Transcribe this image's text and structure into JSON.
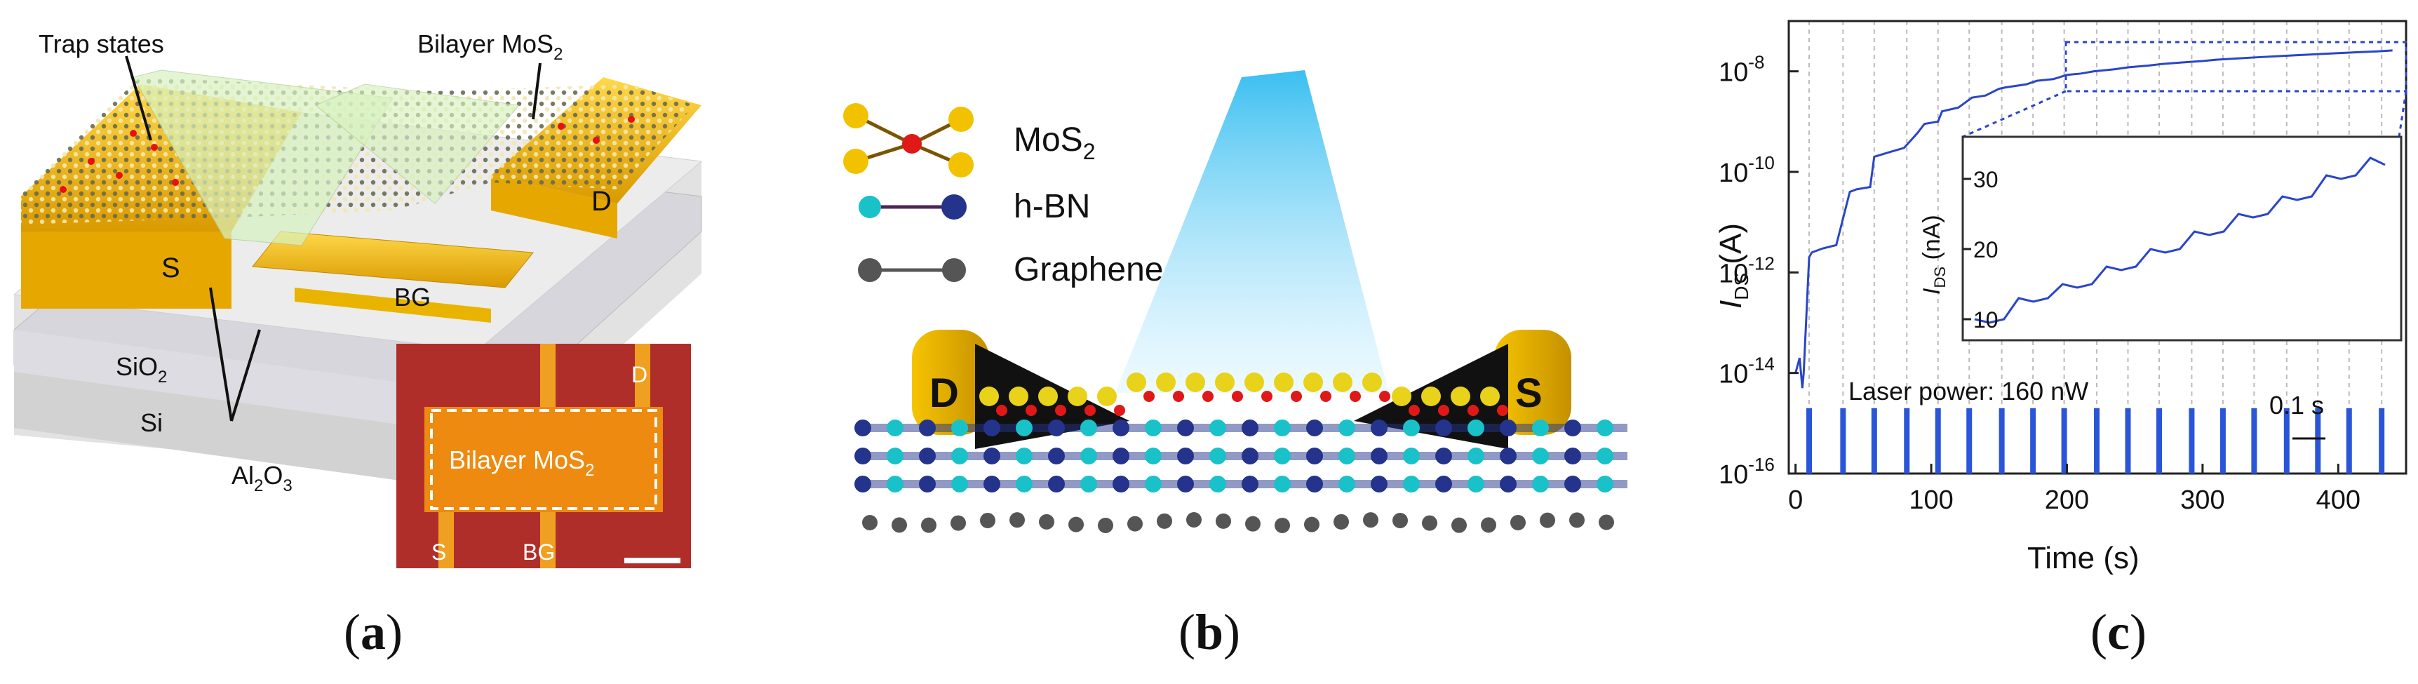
{
  "panel_a": {
    "labels": {
      "trap_states": "Trap states",
      "bilayer": "Bilayer MoS",
      "bilayer_sub": "2",
      "s": "S",
      "d": "D",
      "bg": "BG",
      "sio2": "SiO",
      "sio2_sub": "2",
      "si": "Si",
      "al2o3": "Al",
      "al2o3_sub1": "2",
      "al2o3_mid": "O",
      "al2o3_sub2": "3"
    },
    "inset": {
      "bilayer": "Bilayer MoS",
      "bilayer_sub": "2",
      "d": "D",
      "s": "S",
      "bg": "BG"
    },
    "caption_open": "(",
    "caption_letter": "a",
    "caption_close": ")"
  },
  "panel_b": {
    "legend": [
      {
        "label": "MoS",
        "sub": "2",
        "icon": "mos2-molecule-icon"
      },
      {
        "label": "h-BN",
        "sub": "",
        "icon": "hbn-molecule-icon"
      },
      {
        "label": "Graphene",
        "sub": "",
        "icon": "graphene-molecule-icon"
      }
    ],
    "d": "D",
    "s": "S",
    "caption_open": "(",
    "caption_letter": "b",
    "caption_close": ")",
    "colors": {
      "light": "#38c6ef",
      "contact": "#e8b400",
      "hbn_cyan": "#19c2c8",
      "hbn_blue": "#24338c",
      "graphene": "#555555",
      "mos2": "#e8d21a"
    }
  },
  "panel_c": {
    "ylabel_main": "I",
    "ylabel_sub": "DS",
    "ylabel_unit": " (A)",
    "xlabel": "Time (s)",
    "y_ticks": [
      {
        "base": "10",
        "exp": "-8"
      },
      {
        "base": "10",
        "exp": "-10"
      },
      {
        "base": "10",
        "exp": "-12"
      },
      {
        "base": "10",
        "exp": "-14"
      },
      {
        "base": "10",
        "exp": "-16"
      }
    ],
    "x_ticks": [
      "0",
      "100",
      "200",
      "300",
      "400"
    ],
    "annotation_power": "Laser power: 160 nW",
    "annotation_pulse": "0.1 s",
    "inset_ylabel_main": "I",
    "inset_ylabel_sub": "DS",
    "inset_ylabel_unit": " (nA)",
    "inset_y_ticks": [
      "10",
      "20",
      "30"
    ],
    "caption_open": "(",
    "caption_letter": "c",
    "caption_close": ")",
    "chart_data": {
      "type": "line",
      "xlabel": "Time (s)",
      "ylabel": "IDS (A)",
      "ylim": [
        1e-16,
        1e-07
      ],
      "y_scale": "log",
      "xlim": [
        -5,
        450
      ],
      "x": [
        0,
        3,
        5,
        6,
        10,
        12,
        20,
        30,
        40,
        45,
        55,
        58,
        70,
        80,
        90,
        95,
        105,
        108,
        120,
        130,
        140,
        150,
        155,
        170,
        178,
        190,
        200,
        210,
        220,
        235,
        245,
        260,
        270,
        285,
        300,
        310,
        325,
        340,
        355,
        370,
        385,
        400,
        415,
        430,
        440
      ],
      "values": [
        1e-14,
        2e-14,
        5e-15,
        1e-14,
        2e-12,
        2.5e-12,
        3e-12,
        3.5e-12,
        4e-11,
        4.5e-11,
        5e-11,
        2e-10,
        2.5e-10,
        3e-10,
        6e-10,
        9e-10,
        1e-09,
        1.6e-09,
        1.9e-09,
        3e-09,
        3.3e-09,
        4.5e-09,
        4.8e-09,
        5.5e-09,
        6.5e-09,
        7e-09,
        8.5e-09,
        9e-09,
        1e-08,
        1.1e-08,
        1.2e-08,
        1.3e-08,
        1.4e-08,
        1.5e-08,
        1.6e-08,
        1.7e-08,
        1.8e-08,
        1.9e-08,
        2e-08,
        2.1e-08,
        2.2e-08,
        2.3e-08,
        2.4e-08,
        2.5e-08,
        2.6e-08
      ],
      "pulse_times": [
        10,
        35,
        58,
        82,
        105,
        128,
        152,
        175,
        198,
        222,
        245,
        268,
        292,
        315,
        338,
        362,
        385,
        408,
        432
      ],
      "inset": {
        "ylabel": "IDS (nA)",
        "ylim": [
          8,
          35
        ],
        "values": [
          10,
          9.5,
          10,
          13,
          12.5,
          13,
          15,
          14.5,
          15,
          17.5,
          17,
          17.5,
          20,
          19.5,
          20,
          22.5,
          22,
          22.5,
          25,
          24.5,
          25,
          27.5,
          27,
          27.5,
          30.5,
          30,
          30.5,
          33,
          32
        ]
      }
    }
  }
}
